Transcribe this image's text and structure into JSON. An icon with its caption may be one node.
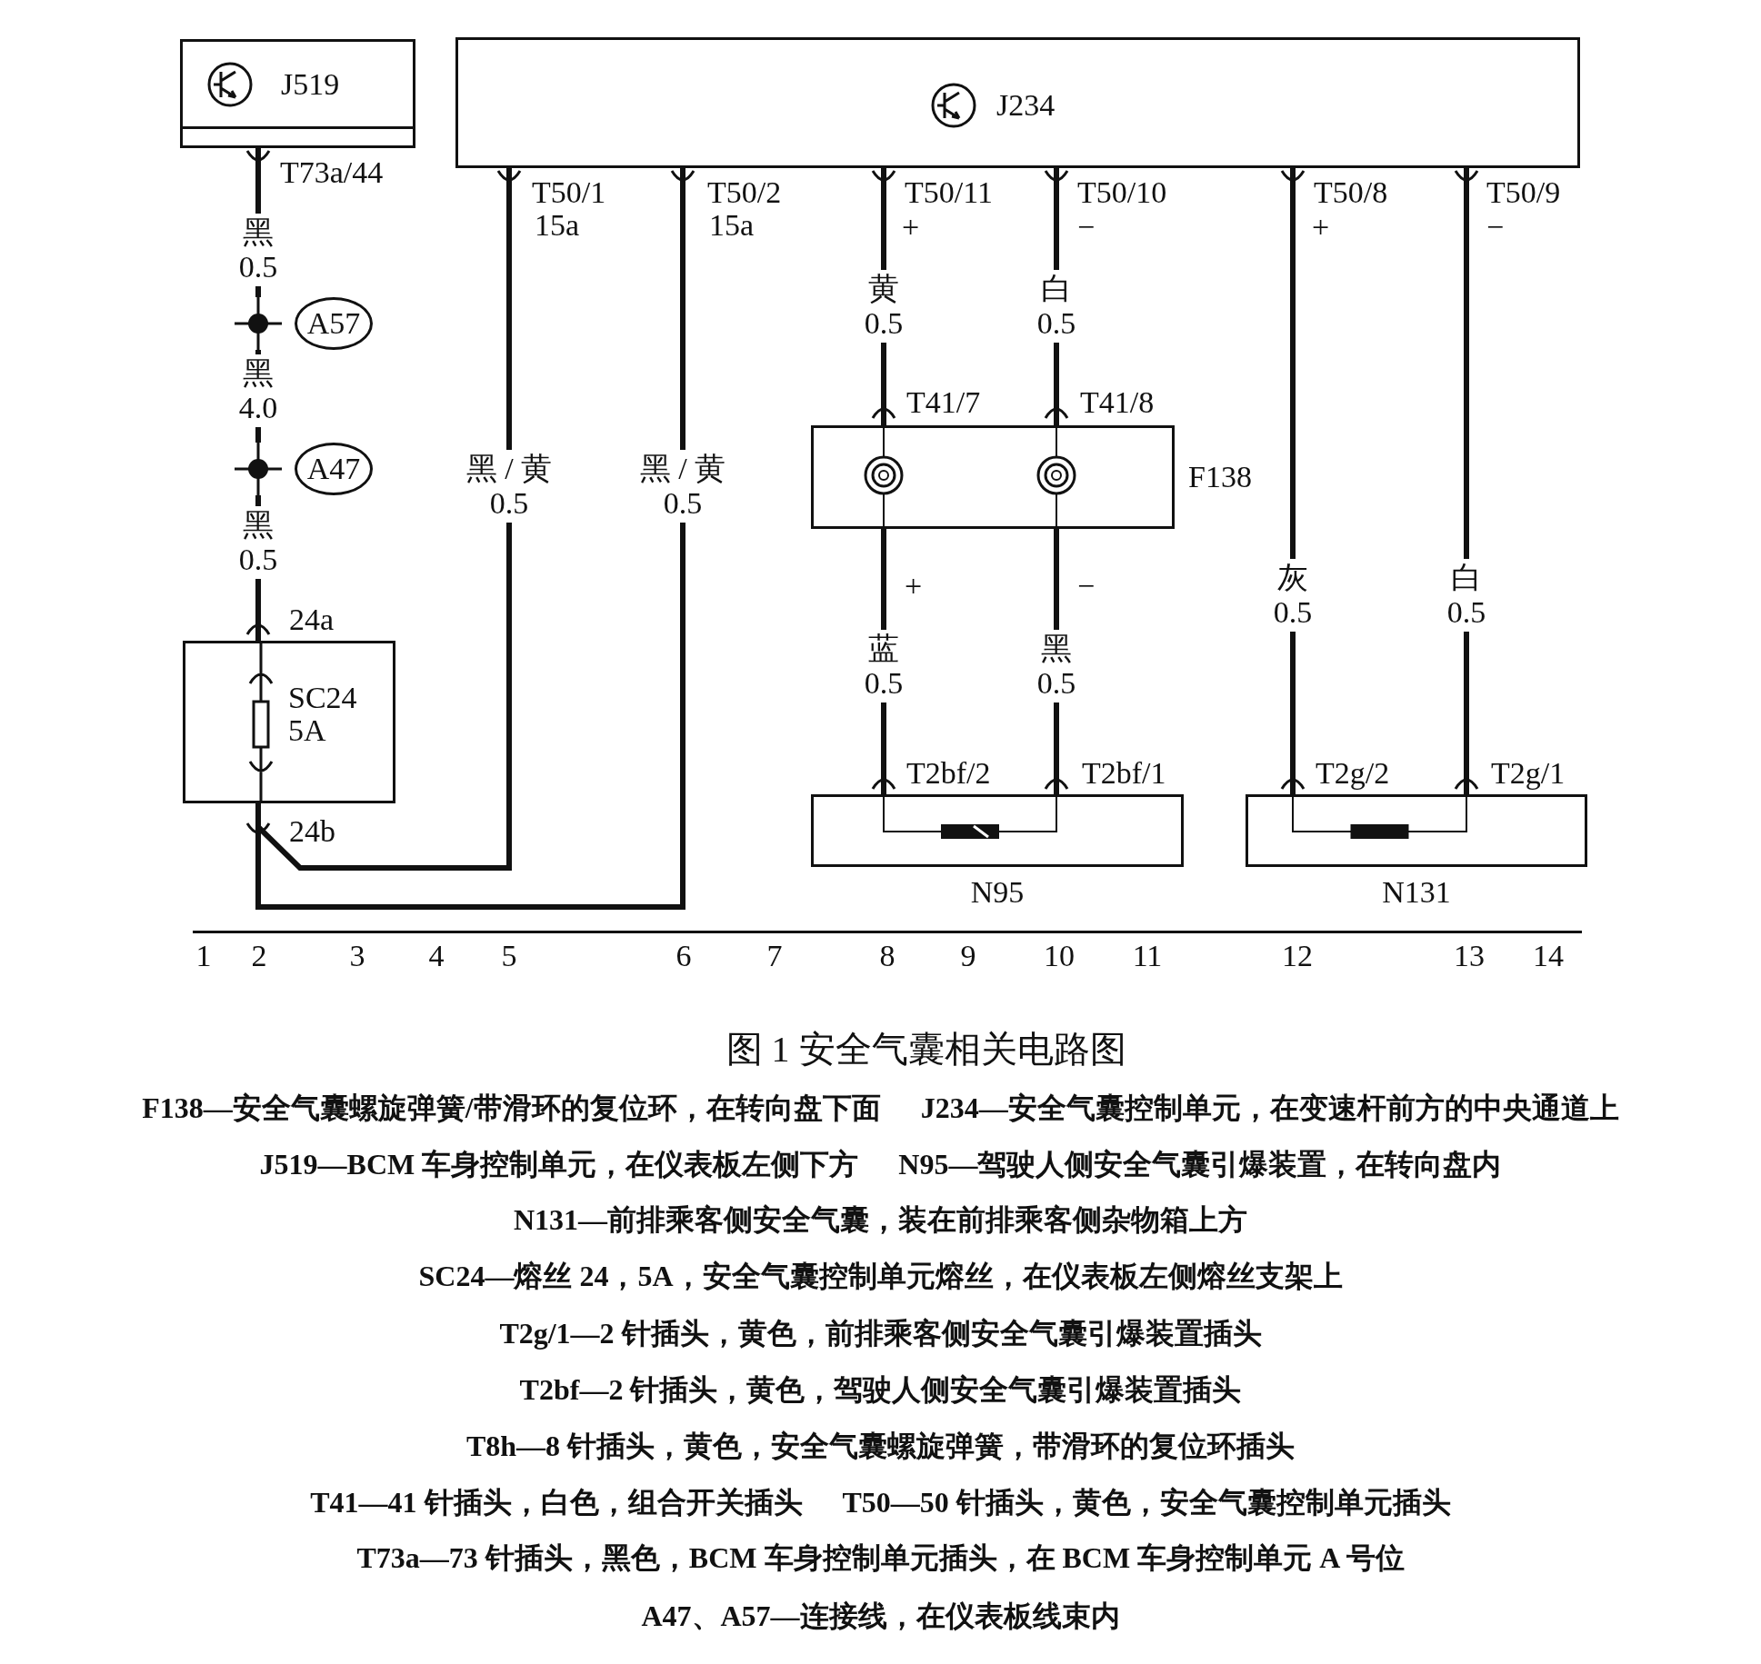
{
  "diagram": {
    "caption": "图 1 安全气囊相关电路图",
    "nodes": [
      {
        "text": [
          "J519"
        ]
      },
      {
        "text": [
          "J234"
        ]
      },
      {
        "text": [
          "A57"
        ]
      },
      {
        "text": [
          "A47"
        ]
      },
      {
        "text": [
          "F138"
        ]
      },
      {
        "text": [
          "SC24 5A"
        ]
      },
      {
        "text": [
          "N95"
        ]
      },
      {
        "text": [
          "N131"
        ]
      }
    ],
    "edges": [
      {
        "from": 0,
        "to": 2,
        "arrow": "none",
        "label": "黑 0.5"
      },
      {
        "from": 2,
        "to": 3,
        "arrow": "none",
        "label": "黑 4.0"
      },
      {
        "from": 3,
        "to": 5,
        "arrow": "none",
        "label": "黑 0.5"
      },
      {
        "from": 1,
        "to": 5,
        "arrow": "none",
        "label": "黑 / 黄 0.5"
      },
      {
        "from": 1,
        "to": 5,
        "arrow": "none",
        "label": "黑 / 黄 0.5"
      },
      {
        "from": 1,
        "to": 4,
        "arrow": "none",
        "label": "黄 0.5"
      },
      {
        "from": 1,
        "to": 4,
        "arrow": "none",
        "label": "白 0.5"
      },
      {
        "from": 4,
        "to": 6,
        "arrow": "none",
        "label": "蓝 0.5"
      },
      {
        "from": 4,
        "to": 6,
        "arrow": "none",
        "label": "黑 0.5"
      },
      {
        "from": 1,
        "to": 7,
        "arrow": "none",
        "label": "灰 0.5"
      },
      {
        "from": 1,
        "to": 7,
        "arrow": "none",
        "label": "白 0.5"
      }
    ],
    "labels": [
      "T73a/44",
      "T50/1",
      "15a",
      "T50/2",
      "15a",
      "T50/11",
      "+",
      "T50/10",
      "−",
      "T50/8",
      "+",
      "T50/9",
      "−",
      "T41/7",
      "T41/8",
      "+",
      "−",
      "24a",
      "24b",
      "T2bf/2",
      "T2bf/1",
      "T2g/2",
      "T2g/1",
      "1",
      "2",
      "3",
      "4",
      "5",
      "6",
      "7",
      "8",
      "9",
      "10",
      "11",
      "12",
      "13",
      "14",
      "F138—安全气囊螺旋弹簧/带滑环的复位环，在转向盘下面",
      "J234—安全气囊控制单元，在变速杆前方的中央通道上",
      "J519—BCM 车身控制单元，在仪表板左侧下方",
      "N95—驾驶人侧安全气囊引爆装置，在转向盘内",
      "N131—前排乘客侧安全气囊，装在前排乘客侧杂物箱上方",
      "SC24—熔丝 24，5A，安全气囊控制单元熔丝，在仪表板左侧熔丝支架上",
      "T2g/1—2 针插头，黄色，前排乘客侧安全气囊引爆装置插头",
      "T2bf—2 针插头，黄色，驾驶人侧安全气囊引爆装置插头",
      "T8h—8 针插头，黄色，安全气囊螺旋弹簧，带滑环的复位环插头",
      "T41—41 针插头，白色，组合开关插头",
      "T50—50 针插头，黄色，安全气囊控制单元插头",
      "T73a—73 针插头，黑色，BCM 车身控制单元插头，在 BCM 车身控制单元 A 号位",
      "A47、A57—连接线，在仪表板线束内"
    ]
  }
}
